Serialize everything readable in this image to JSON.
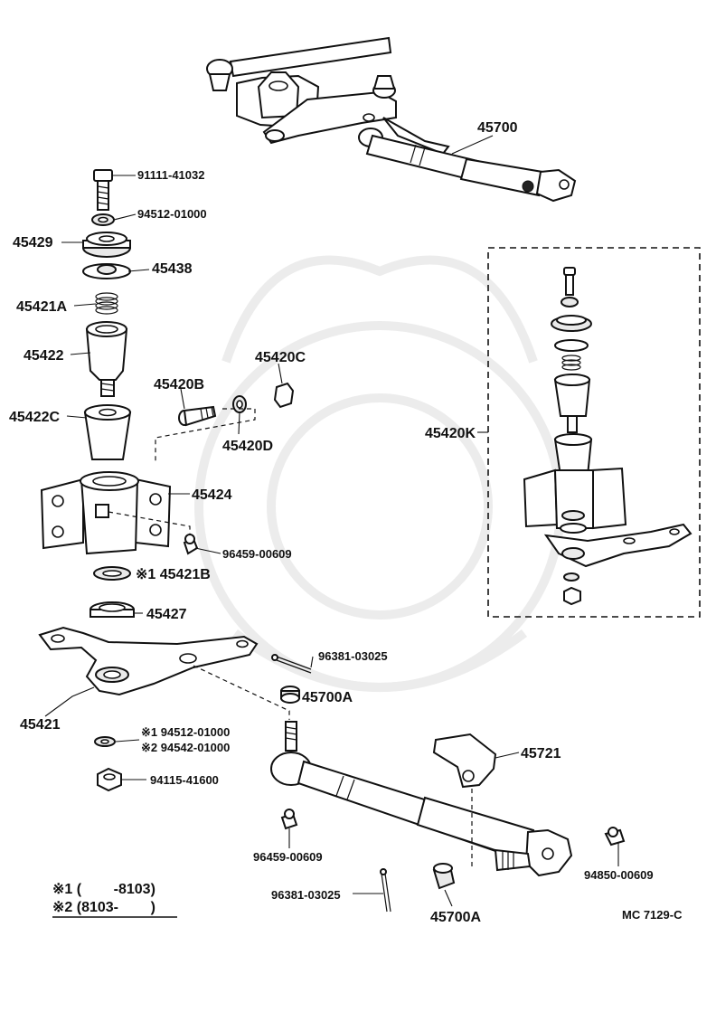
{
  "labels": {
    "p45700": "45700",
    "p91111": "91111-41032",
    "p94512": "94512-01000",
    "p45429": "45429",
    "p45438": "45438",
    "p45421A": "45421A",
    "p45422": "45422",
    "p45422C": "45422C",
    "p45420B": "45420B",
    "p45420C": "45420C",
    "p45420D": "45420D",
    "p45424": "45424",
    "p96459a": "96459-00609",
    "p45421B": "※1 45421B",
    "p45427": "45427",
    "p96381a": "96381-03025",
    "p45700A_a": "45700A",
    "p45421": "45421",
    "p94512b": "※1 94512-01000",
    "p94542": "※2 94542-01000",
    "p94115": "94115-41600",
    "p45721": "45721",
    "p96459b": "96459-00609",
    "p96381b": "96381-03025",
    "p45700A_b": "45700A",
    "p94850": "94850-00609",
    "p45420K": "45420K"
  },
  "legend": {
    "note1": "※1 (        -8103)",
    "note2": "※2 (8103-        )"
  },
  "catalog_code": "MC 7129-C"
}
